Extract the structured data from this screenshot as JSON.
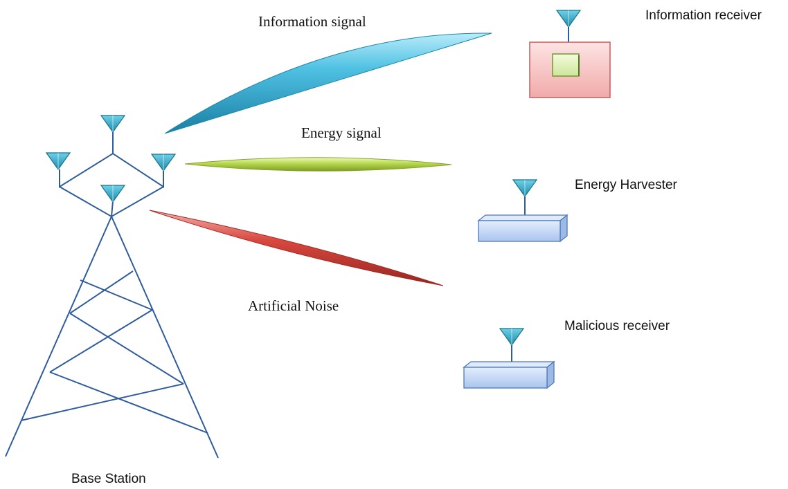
{
  "labels": {
    "information_signal": "Information signal",
    "energy_signal": "Energy signal",
    "artificial_noise": "Artificial Noise",
    "information_receiver": "Information receiver",
    "energy_harvester": "Energy Harvester",
    "malicious_receiver": "Malicious receiver",
    "base_station": "Base Station"
  },
  "colors": {
    "information_beam": "#3bb0d6",
    "energy_beam": "#b5d94a",
    "noise_beam": "#cc3b3b",
    "antenna": "#2aa7c7",
    "tower": "#2f5c9c",
    "info_receiver_box": "#f6c7c7",
    "device_box": "#c6d8f5"
  }
}
